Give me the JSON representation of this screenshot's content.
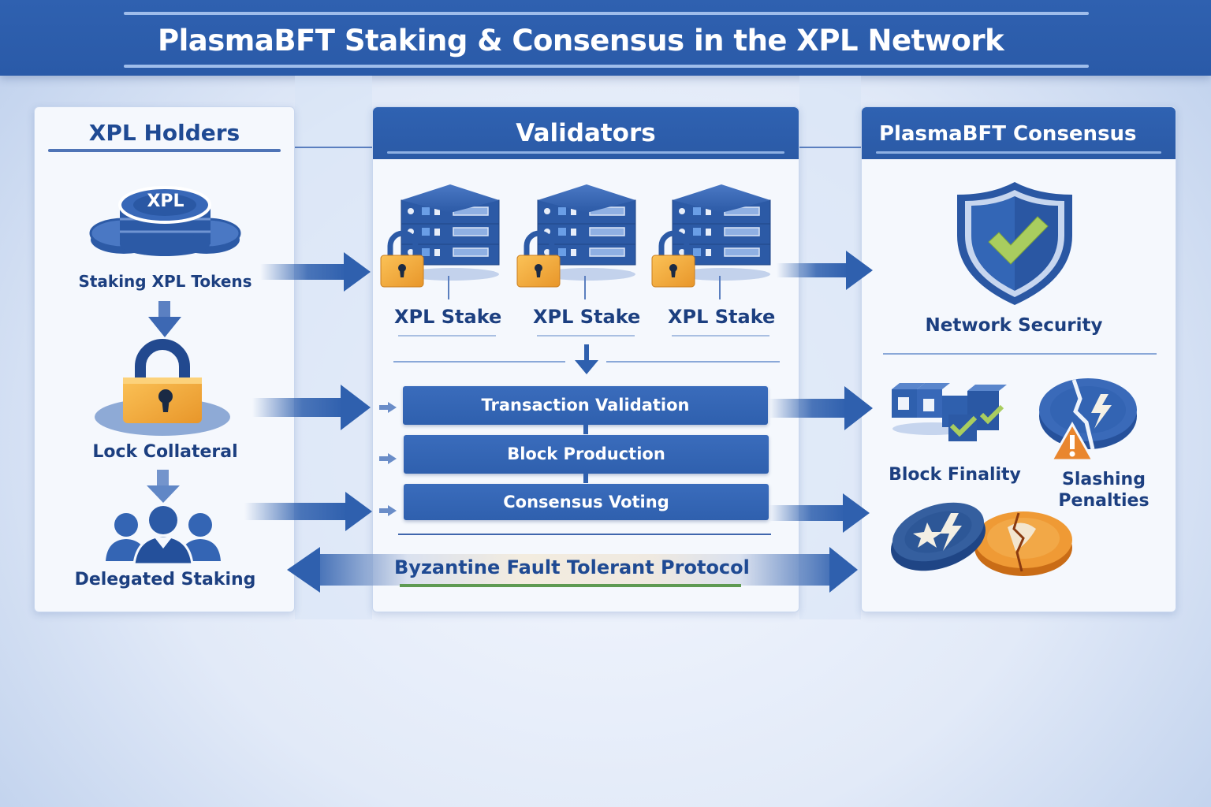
{
  "header": {
    "title": "PlasmaBFT Staking & Consensus in the XPL Network"
  },
  "colors": {
    "brand_blue": "#2f61b0",
    "dark_text_blue": "#1c3f80",
    "lock_orange": "#f0a93a",
    "check_green": "#a8cc5a",
    "warning_orange": "#e9862e",
    "protocol_underline_green": "#5e9a52"
  },
  "panels": {
    "holders": {
      "title": "XPL Holders",
      "coin_label": "XPL",
      "steps": [
        {
          "icon": "coin-stack-icon",
          "label": "Staking XPL Tokens"
        },
        {
          "icon": "padlock-icon",
          "label": "Lock Collateral"
        },
        {
          "icon": "people-group-icon",
          "label": "Delegated Staking"
        }
      ]
    },
    "validators": {
      "title": "Validators",
      "nodes": [
        {
          "icon": "server-lock-icon",
          "label": "XPL Stake"
        },
        {
          "icon": "server-lock-icon",
          "label": "XPL Stake"
        },
        {
          "icon": "server-lock-icon",
          "label": "XPL Stake"
        }
      ],
      "process": [
        {
          "label": "Transaction Validation"
        },
        {
          "label": "Block Production"
        },
        {
          "label": "Consensus Voting"
        }
      ]
    },
    "consensus": {
      "title": "PlasmaBFT Consensus",
      "outcomes": [
        {
          "icon": "shield-check-icon",
          "label": "Network Security"
        },
        {
          "icon": "block-chain-check-icon",
          "label": "Block Finality"
        },
        {
          "icon": "broken-coin-warning-icon",
          "label_line1": "Slashing",
          "label_line2": "Penalties"
        }
      ]
    }
  },
  "protocol": {
    "label": "Byzantine Fault Tolerant Protocol"
  }
}
